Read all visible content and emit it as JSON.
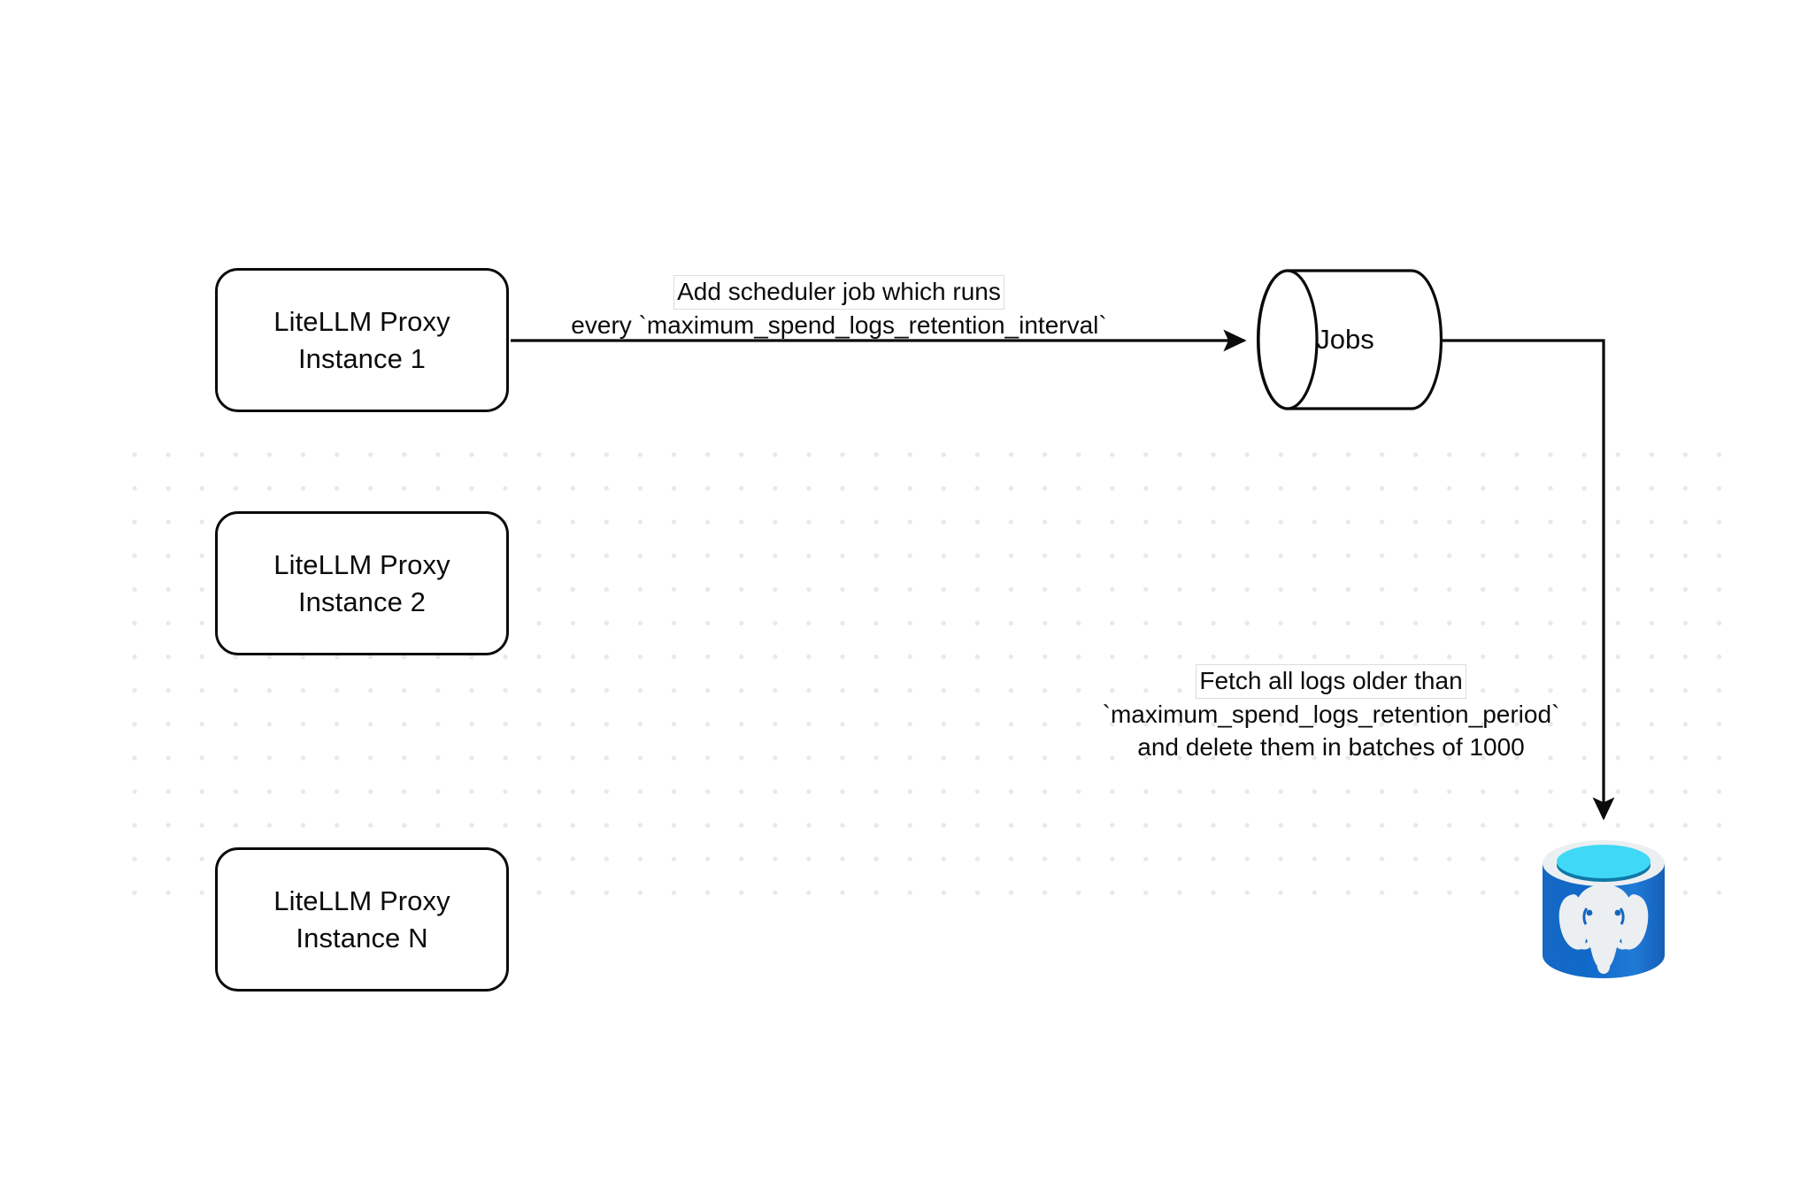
{
  "diagram": {
    "title": "LiteLLM spend logs retention scheduler flow",
    "background_color": "#ffffff",
    "grid_dot_color": "#e9e9e9",
    "stroke_color": "#0b0b0b",
    "nodes": {
      "proxy_instances": [
        {
          "id": "proxy-1",
          "line1": "LiteLLM Proxy",
          "line2": "Instance 1"
        },
        {
          "id": "proxy-2",
          "line1": "LiteLLM Proxy",
          "line2": "Instance 2"
        },
        {
          "id": "proxy-3",
          "line1": "LiteLLM Proxy",
          "line2": "Instance N"
        }
      ],
      "jobs_store": {
        "id": "jobs",
        "label": "Jobs",
        "shape": "cylinder"
      },
      "database": {
        "id": "postgres",
        "icon": "postgresql-database-icon",
        "shape": "cylinder",
        "body_color": "#1565c0",
        "rim_color": "#eceff1",
        "top_color": "#3fd9f5",
        "inner_color": "#0e7aa8",
        "elephant_color": "#eceff1"
      }
    },
    "edges": [
      {
        "id": "edge-proxy1-to-jobs",
        "from": "proxy-1",
        "to": "jobs",
        "arrow": true,
        "label_line1": "Add scheduler job which runs",
        "label_line2": "every `maximum_spend_logs_retention_interval`"
      },
      {
        "id": "edge-jobs-to-postgres",
        "from": "jobs",
        "to": "postgres",
        "arrow": true,
        "label_line1": "Fetch all logs older than",
        "label_line2": "`maximum_spend_logs_retention_period`",
        "label_line3": "and delete them in batches of 1000"
      }
    ]
  }
}
